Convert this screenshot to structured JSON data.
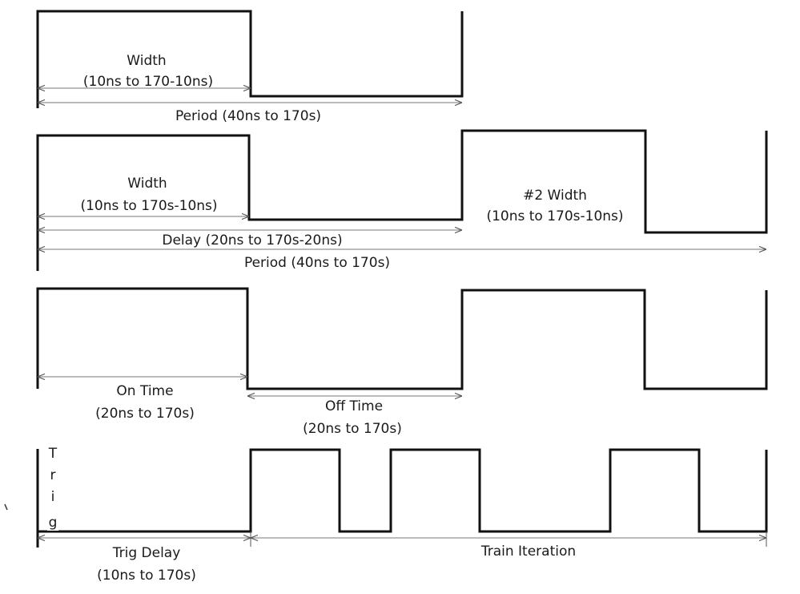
{
  "panel1": {
    "width_label": "Width",
    "width_range": "(10ns to 170-10ns)",
    "period_label": "Period (40ns to 170s)"
  },
  "panel2": {
    "width_label": "Width",
    "width_range": "(10ns to 170s-10ns)",
    "width2_label": "#2 Width",
    "width2_range": "(10ns to 170s-10ns)",
    "delay_label": "Delay (20ns to 170s-20ns)",
    "period_label": "Period (40ns to 170s)"
  },
  "panel3": {
    "on_label": "On Time",
    "on_range": "(20ns to 170s)",
    "off_label": "Off Time",
    "off_range": "(20ns to 170s)"
  },
  "panel4": {
    "trig_letters": [
      "T",
      "r",
      "i",
      "g"
    ],
    "trig_delay_label": "Trig Delay",
    "trig_delay_range": "(10ns to 170s)",
    "train_label": "Train Iteration"
  }
}
